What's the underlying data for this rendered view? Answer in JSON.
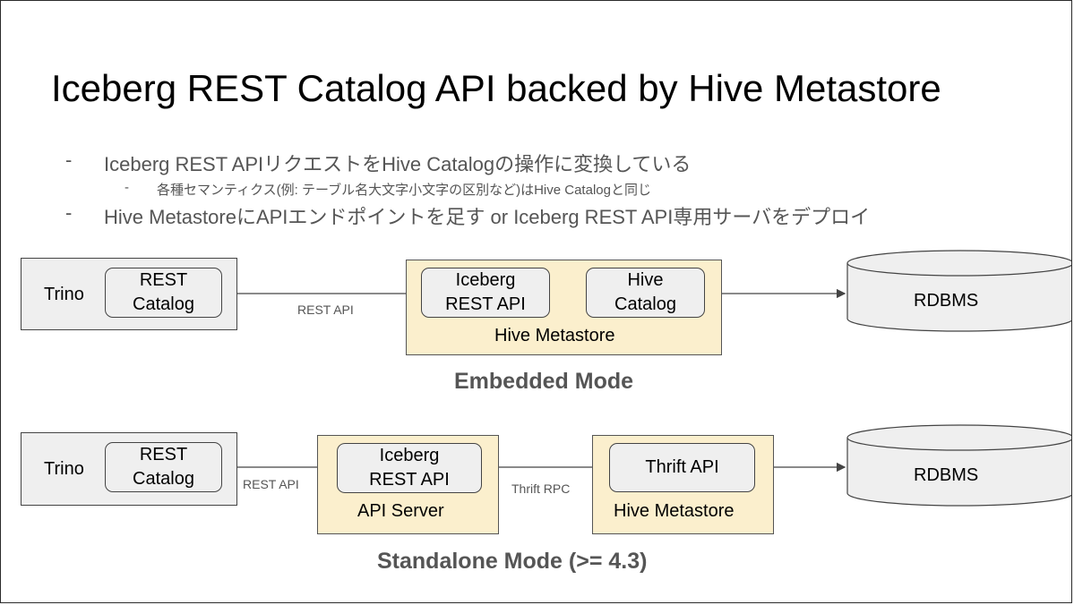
{
  "title": "Iceberg REST Catalog API backed by Hive Metastore",
  "bullets": [
    {
      "level": 1,
      "dash": "-",
      "text": "Iceberg REST APIリクエストをHive Catalogの操作に変換している"
    },
    {
      "level": 2,
      "dash": "-",
      "text": "各種セマンティクス(例: テーブル名大文字小文字の区別など)はHive Catalogと同じ"
    },
    {
      "level": 1,
      "dash": "-",
      "text": "Hive MetastoreにAPIエンドポイントを足す or Iceberg REST API専用サーバをデプロイ"
    }
  ],
  "embedded": {
    "trino_label": "Trino",
    "rest_catalog_line1": "REST",
    "rest_catalog_line2": "Catalog",
    "edge_rest_api": "REST API",
    "iceberg_line1": "Iceberg",
    "iceberg_line2": "REST API",
    "hive_catalog_line1": "Hive",
    "hive_catalog_line2": "Catalog",
    "hms_label": "Hive Metastore",
    "db_label": "RDBMS",
    "mode_label": "Embedded Mode"
  },
  "standalone": {
    "trino_label": "Trino",
    "rest_catalog_line1": "REST",
    "rest_catalog_line2": "Catalog",
    "edge_rest_api": "REST API",
    "iceberg_line1": "Iceberg",
    "iceberg_line2": "REST API",
    "api_server_label": "API Server",
    "edge_thrift_rpc": "Thrift RPC",
    "thrift_api_label": "Thrift API",
    "hms_label": "Hive Metastore",
    "db_label": "RDBMS",
    "mode_label": "Standalone Mode (>= 4.3)"
  },
  "colors": {
    "gray_fill": "#efefef",
    "yellow_fill": "#fbefcd",
    "bullet_text": "#555555",
    "mode_text": "#555555"
  }
}
